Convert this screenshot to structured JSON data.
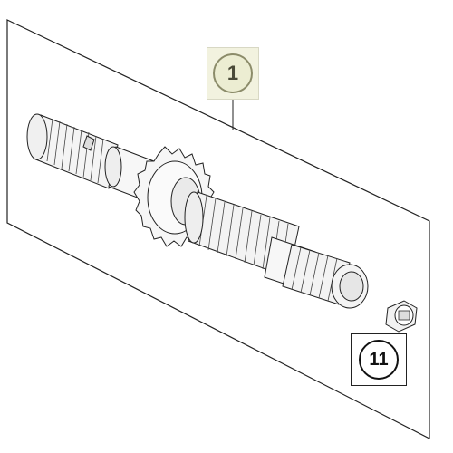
{
  "callouts": [
    {
      "number": "1",
      "part": "shaft assembly"
    },
    {
      "number": "11",
      "part": "nut"
    }
  ]
}
